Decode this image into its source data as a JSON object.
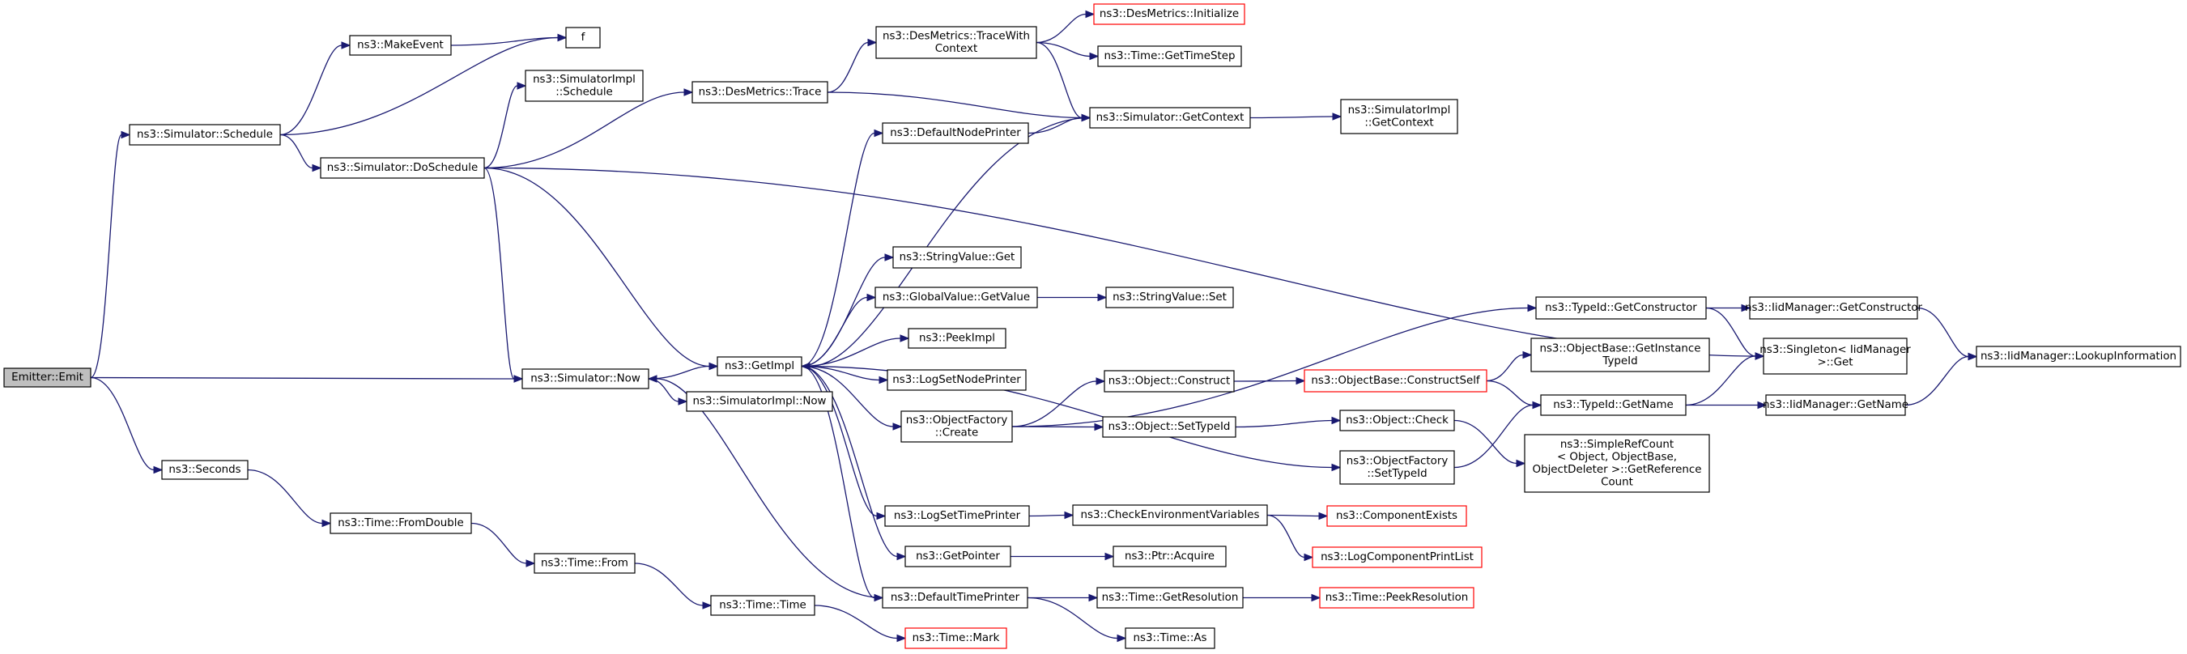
{
  "nodes": [
    {
      "id": "emit",
      "lines": [
        "Emitter::Emit"
      ],
      "root": true
    },
    {
      "id": "schedule",
      "lines": [
        "ns3::Simulator::Schedule"
      ]
    },
    {
      "id": "now",
      "lines": [
        "ns3::Simulator::Now"
      ]
    },
    {
      "id": "seconds",
      "lines": [
        "ns3::Seconds"
      ]
    },
    {
      "id": "makeevent",
      "lines": [
        "ns3::MakeEvent"
      ]
    },
    {
      "id": "f",
      "lines": [
        "f"
      ]
    },
    {
      "id": "doschedule",
      "lines": [
        "ns3::Simulator::DoSchedule"
      ]
    },
    {
      "id": "implschedule",
      "lines": [
        "ns3::SimulatorImpl",
        "::Schedule"
      ]
    },
    {
      "id": "destrace",
      "lines": [
        "ns3::DesMetrics::Trace"
      ]
    },
    {
      "id": "tracewithcontext",
      "lines": [
        "ns3::DesMetrics::TraceWith",
        "Context"
      ]
    },
    {
      "id": "desinit",
      "lines": [
        "ns3::DesMetrics::Initialize"
      ],
      "truncated": true
    },
    {
      "id": "gettimestep",
      "lines": [
        "ns3::Time::GetTimeStep"
      ]
    },
    {
      "id": "getcontext",
      "lines": [
        "ns3::Simulator::GetContext"
      ]
    },
    {
      "id": "implgetcontext",
      "lines": [
        "ns3::SimulatorImpl",
        "::GetContext"
      ]
    },
    {
      "id": "defaultnodeprinter",
      "lines": [
        "ns3::DefaultNodePrinter"
      ]
    },
    {
      "id": "getimpl",
      "lines": [
        "ns3::GetImpl"
      ]
    },
    {
      "id": "implnow",
      "lines": [
        "ns3::SimulatorImpl::Now"
      ]
    },
    {
      "id": "stringget",
      "lines": [
        "ns3::StringValue::Get"
      ]
    },
    {
      "id": "globalgetvalue",
      "lines": [
        "ns3::GlobalValue::GetValue"
      ]
    },
    {
      "id": "stringset",
      "lines": [
        "ns3::StringValue::Set"
      ]
    },
    {
      "id": "peekimpl",
      "lines": [
        "ns3::PeekImpl"
      ]
    },
    {
      "id": "logsetnodeprinter",
      "lines": [
        "ns3::LogSetNodePrinter"
      ]
    },
    {
      "id": "objfactorycreate",
      "lines": [
        "ns3::ObjectFactory",
        "::Create"
      ]
    },
    {
      "id": "objconstruct",
      "lines": [
        "ns3::Object::Construct"
      ]
    },
    {
      "id": "constructself",
      "lines": [
        "ns3::ObjectBase::ConstructSelf"
      ],
      "truncated": true
    },
    {
      "id": "objsettypeid",
      "lines": [
        "ns3::Object::SetTypeId"
      ]
    },
    {
      "id": "objcheck",
      "lines": [
        "ns3::Object::Check"
      ]
    },
    {
      "id": "typeidgetconstructor",
      "lines": [
        "ns3::TypeId::GetConstructor"
      ]
    },
    {
      "id": "iidgetconstructor",
      "lines": [
        "ns3::IidManager::GetConstructor"
      ]
    },
    {
      "id": "singletonget",
      "lines": [
        "ns3::Singleton< IidManager",
        " >::Get"
      ]
    },
    {
      "id": "lookupinfo",
      "lines": [
        "ns3::IidManager::LookupInformation"
      ]
    },
    {
      "id": "getinstancetypeid",
      "lines": [
        "ns3::ObjectBase::GetInstance",
        "TypeId"
      ]
    },
    {
      "id": "typeidgetname",
      "lines": [
        "ns3::TypeId::GetName"
      ]
    },
    {
      "id": "iidgetname",
      "lines": [
        "ns3::IidManager::GetName"
      ]
    },
    {
      "id": "simplerefcount",
      "lines": [
        "ns3::SimpleRefCount",
        "< Object, ObjectBase,",
        " ObjectDeleter >::GetReference",
        "Count"
      ]
    },
    {
      "id": "factorysettypeid",
      "lines": [
        "ns3::ObjectFactory",
        "::SetTypeId"
      ]
    },
    {
      "id": "logsettimeprinter",
      "lines": [
        "ns3::LogSetTimePrinter"
      ]
    },
    {
      "id": "checkenv",
      "lines": [
        "ns3::CheckEnvironmentVariables"
      ]
    },
    {
      "id": "componentexists",
      "lines": [
        "ns3::ComponentExists"
      ],
      "truncated": true
    },
    {
      "id": "logcomponentprintlist",
      "lines": [
        "ns3::LogComponentPrintList"
      ],
      "truncated": true
    },
    {
      "id": "getpointer",
      "lines": [
        "ns3::GetPointer"
      ]
    },
    {
      "id": "ptracquire",
      "lines": [
        "ns3::Ptr::Acquire"
      ]
    },
    {
      "id": "defaulttimeprinter",
      "lines": [
        "ns3::DefaultTimePrinter"
      ]
    },
    {
      "id": "getresolution",
      "lines": [
        "ns3::Time::GetResolution"
      ]
    },
    {
      "id": "peekresolution",
      "lines": [
        "ns3::Time::PeekResolution"
      ],
      "truncated": true
    },
    {
      "id": "timeas",
      "lines": [
        "ns3::Time::As"
      ]
    },
    {
      "id": "fromdouble",
      "lines": [
        "ns3::Time::FromDouble"
      ]
    },
    {
      "id": "timefrom",
      "lines": [
        "ns3::Time::From"
      ]
    },
    {
      "id": "timetime",
      "lines": [
        "ns3::Time::Time"
      ]
    },
    {
      "id": "timemark",
      "lines": [
        "ns3::Time::Mark"
      ],
      "truncated": true
    }
  ],
  "edges": [
    [
      "emit",
      "schedule"
    ],
    [
      "emit",
      "now"
    ],
    [
      "emit",
      "seconds"
    ],
    [
      "schedule",
      "makeevent"
    ],
    [
      "schedule",
      "f"
    ],
    [
      "schedule",
      "doschedule"
    ],
    [
      "makeevent",
      "f"
    ],
    [
      "doschedule",
      "implschedule"
    ],
    [
      "doschedule",
      "destrace"
    ],
    [
      "doschedule",
      "now"
    ],
    [
      "doschedule",
      "getimpl"
    ],
    [
      "doschedule",
      "singletonget"
    ],
    [
      "destrace",
      "tracewithcontext"
    ],
    [
      "destrace",
      "getcontext"
    ],
    [
      "tracewithcontext",
      "desinit"
    ],
    [
      "tracewithcontext",
      "gettimestep"
    ],
    [
      "tracewithcontext",
      "getcontext"
    ],
    [
      "getcontext",
      "implgetcontext"
    ],
    [
      "getcontext",
      "getimpl"
    ],
    [
      "defaultnodeprinter",
      "getcontext"
    ],
    [
      "now",
      "getimpl"
    ],
    [
      "now",
      "implnow"
    ],
    [
      "getimpl",
      "defaultnodeprinter"
    ],
    [
      "getimpl",
      "stringget"
    ],
    [
      "getimpl",
      "globalgetvalue"
    ],
    [
      "getimpl",
      "peekimpl"
    ],
    [
      "getimpl",
      "logsetnodeprinter"
    ],
    [
      "getimpl",
      "objfactorycreate"
    ],
    [
      "getimpl",
      "factorysettypeid"
    ],
    [
      "getimpl",
      "logsettimeprinter"
    ],
    [
      "getimpl",
      "getpointer"
    ],
    [
      "getimpl",
      "defaulttimeprinter"
    ],
    [
      "globalgetvalue",
      "stringset"
    ],
    [
      "objfactorycreate",
      "objconstruct"
    ],
    [
      "objfactorycreate",
      "objsettypeid"
    ],
    [
      "objfactorycreate",
      "typeidgetconstructor"
    ],
    [
      "objconstruct",
      "constructself"
    ],
    [
      "constructself",
      "getinstancetypeid"
    ],
    [
      "constructself",
      "typeidgetname"
    ],
    [
      "objsettypeid",
      "objcheck"
    ],
    [
      "objcheck",
      "simplerefcount"
    ],
    [
      "typeidgetconstructor",
      "iidgetconstructor"
    ],
    [
      "typeidgetconstructor",
      "singletonget"
    ],
    [
      "iidgetconstructor",
      "lookupinfo"
    ],
    [
      "typeidgetname",
      "singletonget"
    ],
    [
      "typeidgetname",
      "iidgetname"
    ],
    [
      "iidgetname",
      "lookupinfo"
    ],
    [
      "factorysettypeid",
      "typeidgetname"
    ],
    [
      "logsettimeprinter",
      "checkenv"
    ],
    [
      "checkenv",
      "componentexists"
    ],
    [
      "checkenv",
      "logcomponentprintlist"
    ],
    [
      "getpointer",
      "ptracquire"
    ],
    [
      "defaulttimeprinter",
      "now"
    ],
    [
      "defaulttimeprinter",
      "getresolution"
    ],
    [
      "defaulttimeprinter",
      "timeas"
    ],
    [
      "getresolution",
      "peekresolution"
    ],
    [
      "seconds",
      "fromdouble"
    ],
    [
      "fromdouble",
      "timefrom"
    ],
    [
      "timefrom",
      "timetime"
    ],
    [
      "timetime",
      "timemark"
    ]
  ]
}
